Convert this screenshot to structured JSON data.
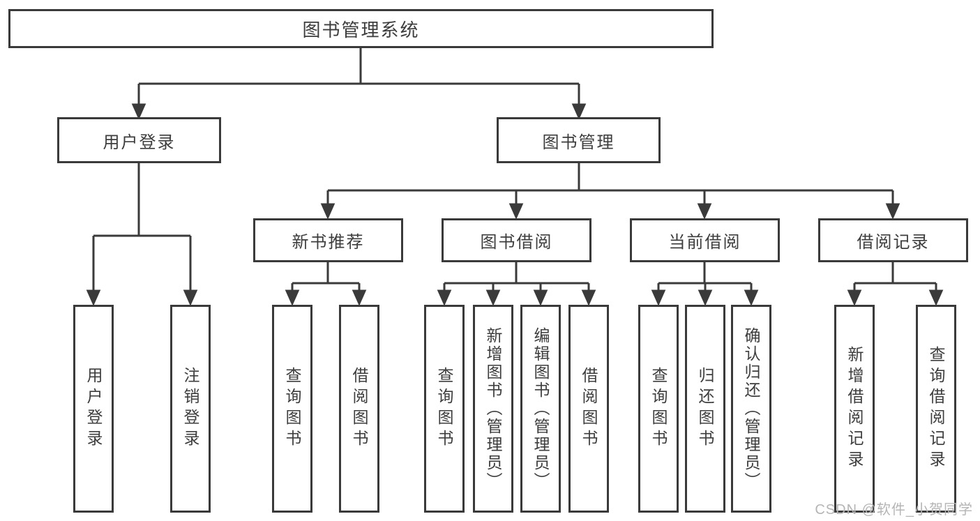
{
  "colors": {
    "line": "#3a3a3a",
    "box_border": "#3a3a3a",
    "text": "#3d3d3d",
    "watermark": "#b5b5b5",
    "background": "#ffffff"
  },
  "watermark": "CSDN @软件_小贺同学",
  "nodes": {
    "root": "图书管理系统",
    "user_login": "用户登录",
    "book_mgmt": "图书管理",
    "new_books": "新书推荐",
    "book_borrow": "图书借阅",
    "current_borrow": "当前借阅",
    "borrow_records": "借阅记录"
  },
  "leaves": {
    "login": "用户登录",
    "logout": "注销登录",
    "nb_query": "查询图书",
    "nb_borrow": "借阅图书",
    "bb_query": "查询图书",
    "bb_add": "新增图书（管理员）",
    "bb_edit": "编辑图书（管理员）",
    "bb_borrow": "借阅图书",
    "cb_query": "查询图书",
    "cb_return": "归还图书",
    "cb_confirm": "确认归还（管理员）",
    "br_add": "新增借阅记录",
    "br_query": "查询借阅记录"
  }
}
